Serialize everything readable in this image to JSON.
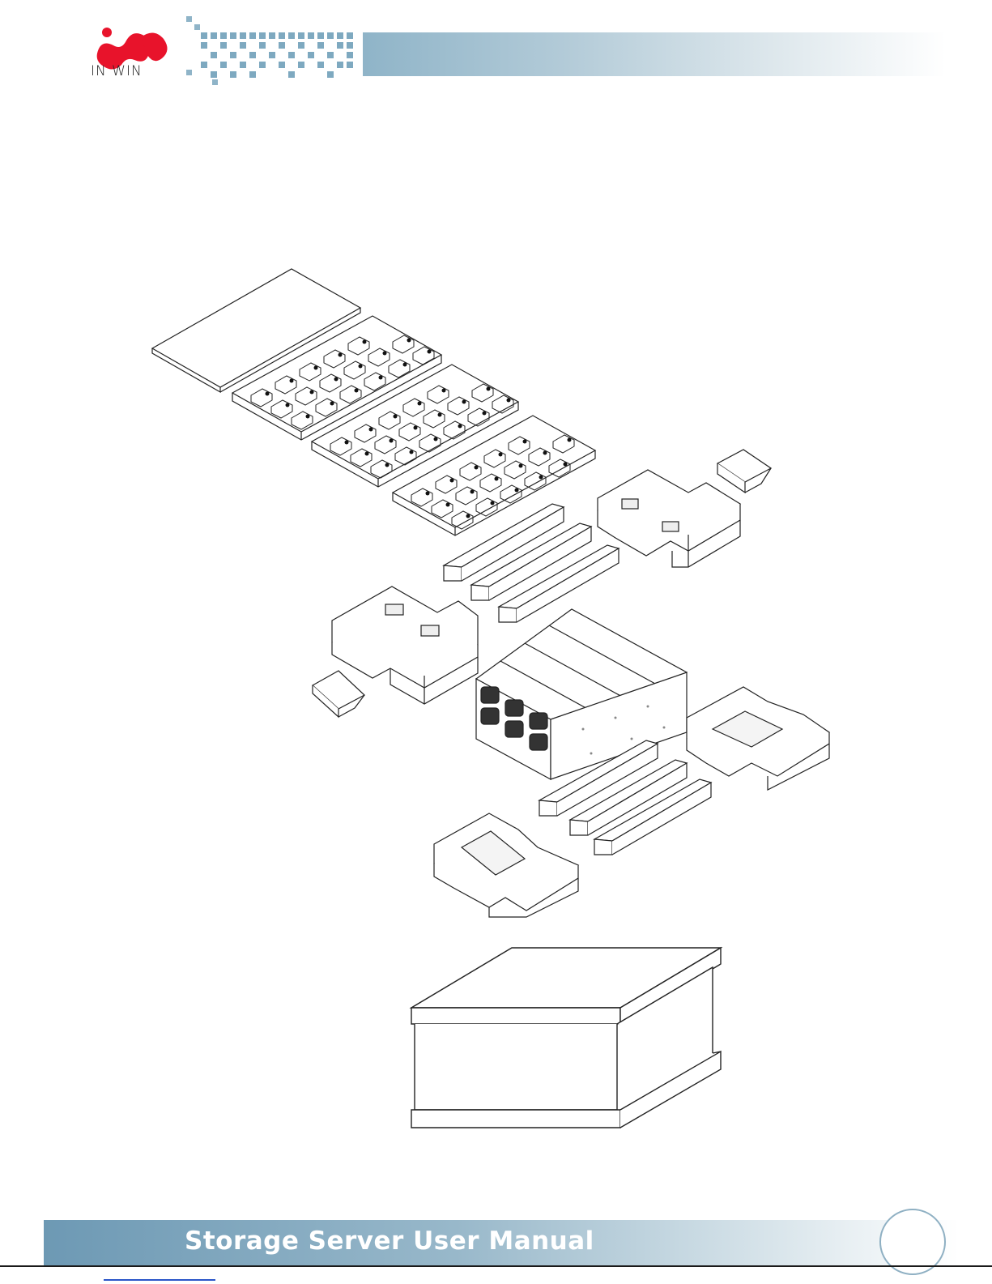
{
  "header": {
    "logo_text": "IN WIN",
    "brand_red": "#e8132b",
    "band_color": "#8fb4c8"
  },
  "figure": {
    "subject": "exploded packaging diagram",
    "parts": [
      "top-cover-sheet",
      "drive-tray-foam-1",
      "drive-tray-foam-2",
      "drive-tray-foam-3",
      "accessory-box-right",
      "accessory-box-left",
      "foam-corner-top-right",
      "foam-corner-top-left",
      "foam-corner-bottom-right",
      "foam-corner-bottom-left",
      "foam-bars-upper",
      "foam-bars-lower",
      "storage-server-chassis",
      "shipping-carton"
    ]
  },
  "footer": {
    "title": "Storage Server User Manual",
    "band_color": "#6d99b4"
  }
}
